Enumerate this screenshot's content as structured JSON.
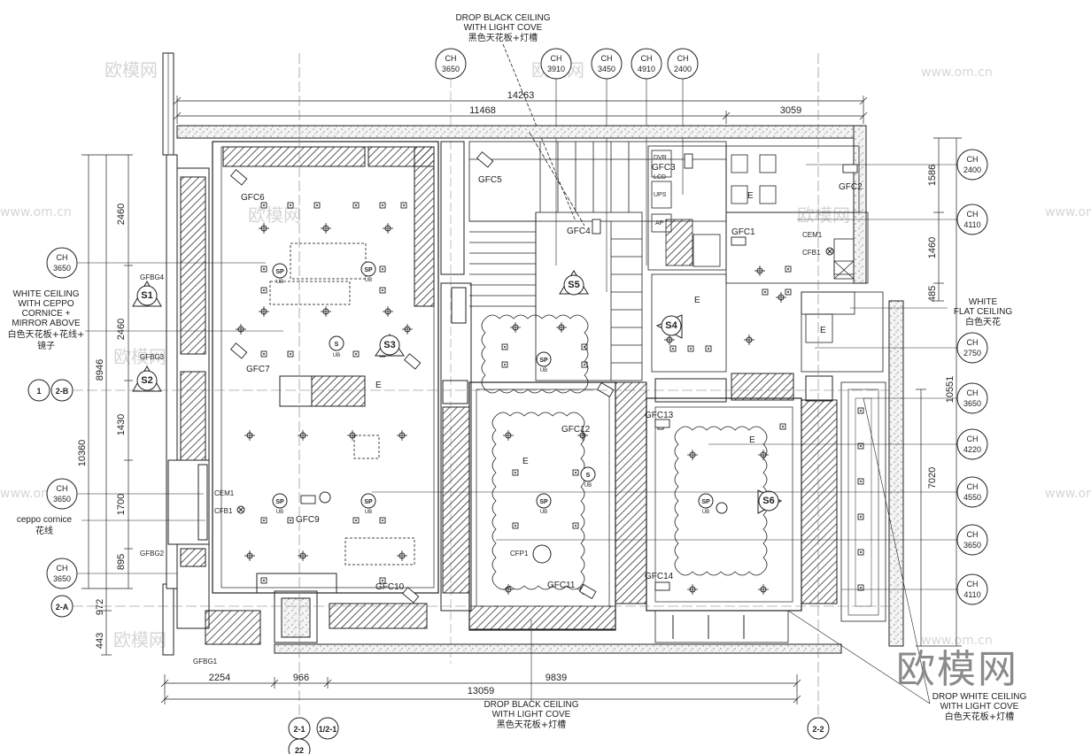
{
  "top_note": {
    "line1": "DROP BLACK CEILING",
    "line2": "WITH LIGHT COVE",
    "line3": "黑色天花板+灯槽"
  },
  "bottom_note": {
    "line1": "DROP BLACK CEILING",
    "line2": "WITH LIGHT COVE",
    "line3": "黑色天花板+灯槽"
  },
  "br_note": {
    "line1": "DROP WHITE CEILING",
    "line2": "WITH LIGHT COVE",
    "line3": "白色天花板+灯槽"
  },
  "left_note": {
    "line1": "WHITE CEILING",
    "line2": "WITH CEPPO",
    "line3": "CORNICE +",
    "line4": "MIRROR ABOVE",
    "line5": "白色天花板+花线+",
    "line6": "镜子"
  },
  "right_note": {
    "line1": "WHITE",
    "line2": "FLAT CEILING",
    "line3": "白色天花"
  },
  "ceppo_note": {
    "line1": "ceppo cornice",
    "line2": "花线"
  },
  "ch_top": [
    {
      "a": "CH",
      "b": "3650"
    },
    {
      "a": "CH",
      "b": "3910"
    },
    {
      "a": "CH",
      "b": "3450"
    },
    {
      "a": "CH",
      "b": "4910"
    },
    {
      "a": "CH",
      "b": "2400"
    }
  ],
  "ch_left": [
    {
      "a": "CH",
      "b": "3650"
    },
    {
      "a": "CH",
      "b": "3650"
    },
    {
      "a": "CH",
      "b": "3650"
    }
  ],
  "ch_right": [
    {
      "a": "CH",
      "b": "2400"
    },
    {
      "a": "CH",
      "b": "4110"
    },
    {
      "a": "CH",
      "b": "2750"
    },
    {
      "a": "CH",
      "b": "3650"
    },
    {
      "a": "CH",
      "b": "4220"
    },
    {
      "a": "CH",
      "b": "4550"
    },
    {
      "a": "CH",
      "b": "3650"
    },
    {
      "a": "CH",
      "b": "4110"
    }
  ],
  "dims_top": {
    "total": "14263",
    "a": "11468",
    "b": "3059"
  },
  "dims_bottom": {
    "total": "13059",
    "a": "2254",
    "b": "966",
    "c": "9839"
  },
  "dims_left_inner": [
    "2460",
    "2460",
    "1430",
    "1700",
    "895"
  ],
  "dims_left_outer": {
    "a": "8946",
    "b": "10360",
    "c": "972",
    "d": "443"
  },
  "dims_right": {
    "a": "1586",
    "b": "1460",
    "c": "485",
    "d": "10551",
    "e": "7020"
  },
  "grids": {
    "g1": "1",
    "g2": "2-B",
    "g3": "2-A",
    "g4": "2-1",
    "g5": "1/2-1",
    "g6": "22",
    "g7": "2-2"
  },
  "tags": {
    "gfc1": "GFC1",
    "gfc2": "GFC2",
    "gfc3": "GFC3",
    "gfc4": "GFC4",
    "gfc5": "GFC5",
    "gfc6": "GFC6",
    "gfc7": "GFC7",
    "gfc9": "GFC9",
    "gfc10": "GFC10",
    "gfc11": "GFC11",
    "gfc12": "GFC12",
    "gfc13": "GFC13",
    "gfc14": "GFC14",
    "gfbg1": "GFBG1",
    "gfbg2": "GFBG2",
    "gfbg3": "GFBG3",
    "gfbg4": "GFBG4",
    "cem1a": "CEM1",
    "cfb1a": "CFB1",
    "cem1b": "CEM1",
    "cfb1b": "CFB1",
    "cfp1": "CFP1",
    "s1": "S1",
    "s2": "S2",
    "s3": "S3",
    "s4": "S4",
    "s5": "S5",
    "s6": "S6",
    "sp": "SP",
    "ub": "UB",
    "s": "S",
    "e": "E",
    "dvr": "DVR",
    "lcd": "LCD",
    "ups": "UPS",
    "ap": "AP"
  },
  "watermarks": {
    "small": "欧模网",
    "url": "www.om.cn",
    "big": "欧模网"
  }
}
